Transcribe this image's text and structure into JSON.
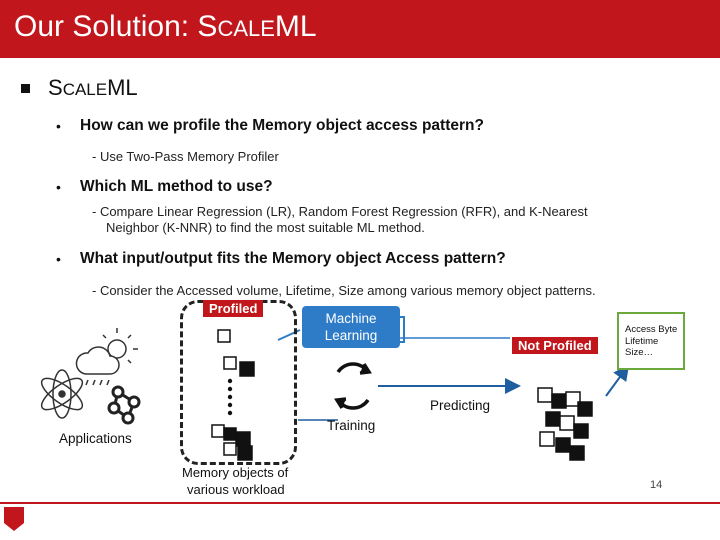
{
  "header": {
    "title_prefix": "Our Solution: S",
    "title_sc": "CALE",
    "title_suffix": "ML"
  },
  "heading": {
    "prefix": "S",
    "sc": "CALE",
    "suffix": "ML"
  },
  "bullets": [
    {
      "question": "How can we profile the Memory object access pattern?",
      "answer": "- Use Two-Pass Memory Profiler"
    },
    {
      "question": "Which ML method to use?",
      "answer_line1": "- Compare Linear Regression (LR), Random Forest Regression (RFR), and K-Nearest",
      "answer_line2": "Neighbor (K-NNR) to find the most suitable ML method."
    },
    {
      "question": "What input/output fits the Memory object Access pattern?",
      "answer": "- Consider the Accessed volume, Lifetime, Size among various memory object patterns."
    }
  ],
  "diagram": {
    "profiled": "Profiled",
    "machine_learning_line1": "Machine",
    "machine_learning_line2": "Learning",
    "not_profiled": "Not Profiled",
    "access_line1": "Access Byte",
    "access_line2": "Lifetime",
    "access_line3": "Size…",
    "predicting": "Predicting",
    "training": "Training",
    "applications": "Applications",
    "memory_line1": "Memory objects of",
    "memory_line2": "various workload"
  },
  "footer": {
    "page_number": "14"
  },
  "colors": {
    "brand_red": "#c0161c",
    "ml_blue": "#2e7cc7",
    "callout_green": "#6aaa3c"
  }
}
